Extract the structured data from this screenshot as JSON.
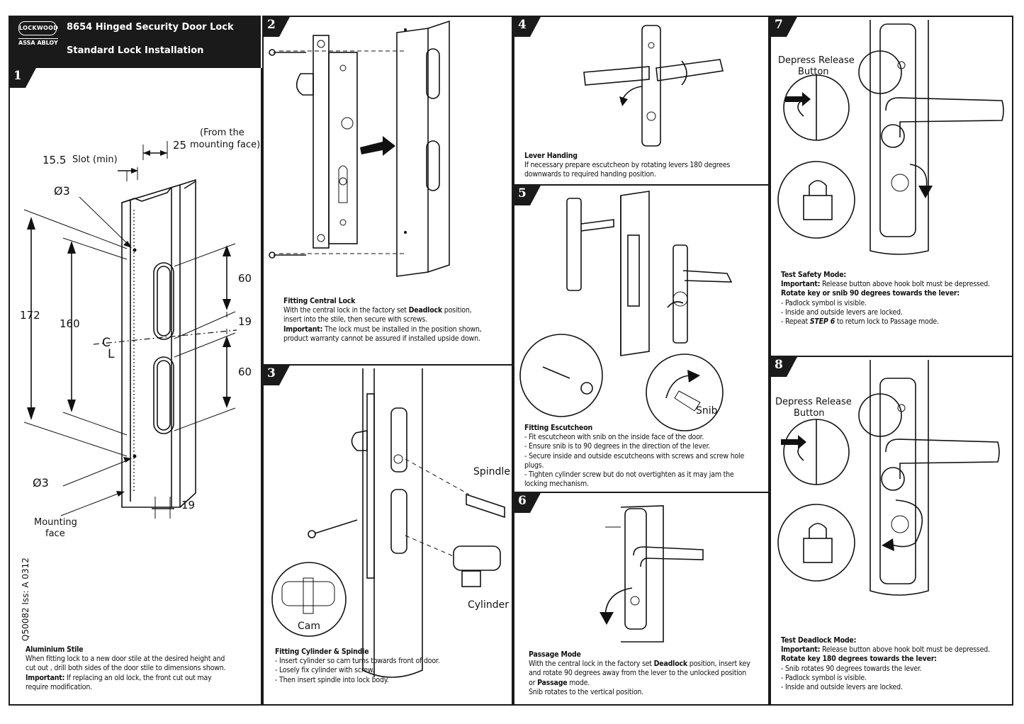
{
  "header": {
    "brand": "LOCKWOOD",
    "sub_brand": "ASSA ABLOY",
    "title": "8654 Hinged Security Door Lock",
    "subtitle": "Standard Lock Installation"
  },
  "panels": {
    "p1": {
      "number": "1",
      "labels": {
        "from_mounting": "(From the",
        "from_mounting2": "mounting face)",
        "d25": "25",
        "d15_5": "15.5",
        "slot": "Slot (min)",
        "phi3_top": "Ø3",
        "phi3_bottom": "Ø3",
        "d172": "172",
        "d160": "160",
        "d60a": "60",
        "d19a": "19",
        "d60b": "60",
        "d19b": "19",
        "cl": "C",
        "cl2": "L",
        "mounting_face": "Mounting",
        "mounting_face2": "face",
        "doc_code": "Q50082 Iss: A 0312"
      },
      "heading": "Aluminium Stile",
      "lines": [
        "When fitting lock to a new door stile at the desired height and",
        "cut out , drill both sides of the door stile to dimensions shown."
      ],
      "important_label": "Important:",
      "important_lines": [
        " If replacing an old lock, the front cut out may",
        "require modification."
      ]
    },
    "p2": {
      "number": "2",
      "heading": "Fitting Central Lock",
      "line1_a": "With the central lock in the factory set ",
      "line1_b": "Deadlock",
      "line1_c": " position,",
      "line2": "insert into the stile, then secure with screws.",
      "important_label": "Important:",
      "line3": "  The lock must be installed in the position shown,",
      "line4": "product warranty cannot be assured if installed upside down."
    },
    "p3": {
      "number": "3",
      "spindle": "Spindle",
      "cylinder": "Cylinder",
      "cam": "Cam",
      "heading": "Fitting Cylinder & Spindle",
      "lines": [
        "- Insert cylinder so cam turns towards front of door.",
        "- Losely fix cylinder with screw.",
        "- Then insert spindle into lock body."
      ]
    },
    "p4": {
      "number": "4",
      "heading": "Lever Handing",
      "lines": [
        "If necessary prepare escutcheon by rotating levers 180 degrees",
        "downwards to required handing position."
      ]
    },
    "p5": {
      "number": "5",
      "snib": "Snib",
      "heading": "Fitting Escutcheon",
      "lines": [
        "- Fit escutcheon with snib on the inside face of the door.",
        "- Ensure snib is to 90 degrees in the direction of the lever.",
        "- Secure inside and outside escutcheons with screws and screw hole",
        "plugs.",
        "- Tighten cylinder screw but do not overtighten as it may jam the",
        "  locking mechanism."
      ]
    },
    "p6": {
      "number": "6",
      "heading": "Passage Mode",
      "line1_a": "With the central lock in the factory set ",
      "line1_b": "Deadlock",
      "line1_c": " position, insert key",
      "line2": "and rotate 90 degrees away from the lever to the unlocked position",
      "line3_a": "or ",
      "line3_b": "Passage",
      "line3_c": " mode.",
      "line4": "Snib rotates to the vertical position."
    },
    "p7": {
      "number": "7",
      "release": "Depress Release",
      "release2": "Button",
      "heading": "Test Safety Mode:",
      "important_label": "Important:",
      "important_text": " Release button above hook bolt must be depressed.",
      "bold_line": "Rotate key or snib 90 degrees towards the lever:",
      "lines": [
        "- Padlock symbol is visible.",
        "- Inside and outside levers are locked."
      ],
      "repeat_a": "- Repeat ",
      "repeat_b": "STEP 6",
      "repeat_c": " to return lock to Passage mode."
    },
    "p8": {
      "number": "8",
      "release": "Depress Release",
      "release2": "Button",
      "heading": "Test Deadlock Mode:",
      "important_label": "Important:",
      "important_text": " Release button above hook bolt must be depressed.",
      "bold_line": "Rotate key 180 degrees towards the lever:",
      "lines": [
        "- Snib rotates 90 degrees towards the lever.",
        "- Padlock symbol is visible.",
        "- Inside and outside levers are locked."
      ]
    }
  }
}
